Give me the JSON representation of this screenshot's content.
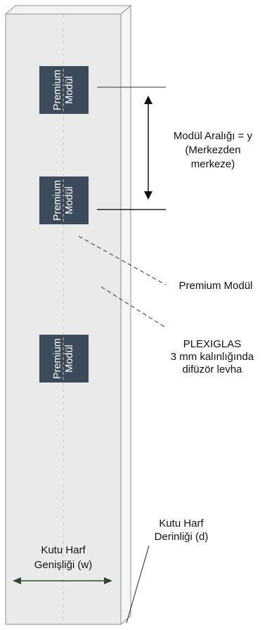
{
  "modules": [
    {
      "line1": "Premium",
      "line2": "Modül"
    },
    {
      "line1": "Premium",
      "line2": "Modül"
    },
    {
      "line1": "Premium",
      "line2": "Modül"
    }
  ],
  "spacing_label": {
    "line1": "Modül Aralığı = y",
    "line2": "(Merkezden",
    "line3": "merkeze)"
  },
  "module_callout": "Premium Modül",
  "plexiglas_label": {
    "line1": "PLEXIGLAS",
    "line2": "3 mm kalınlığında",
    "line3": "difüzör levha"
  },
  "depth_label": {
    "line1": "Kutu Harf",
    "line2": "Derinliği (d)"
  },
  "width_label": {
    "line1": "Kutu Harf",
    "line2": "Genişliği (w)"
  },
  "colors": {
    "panel_face": "#e9ebea",
    "panel_side": "#f4f5f4",
    "panel_outline": "#8d8f8f",
    "module": "#3b4b5c",
    "line": "#222222"
  }
}
